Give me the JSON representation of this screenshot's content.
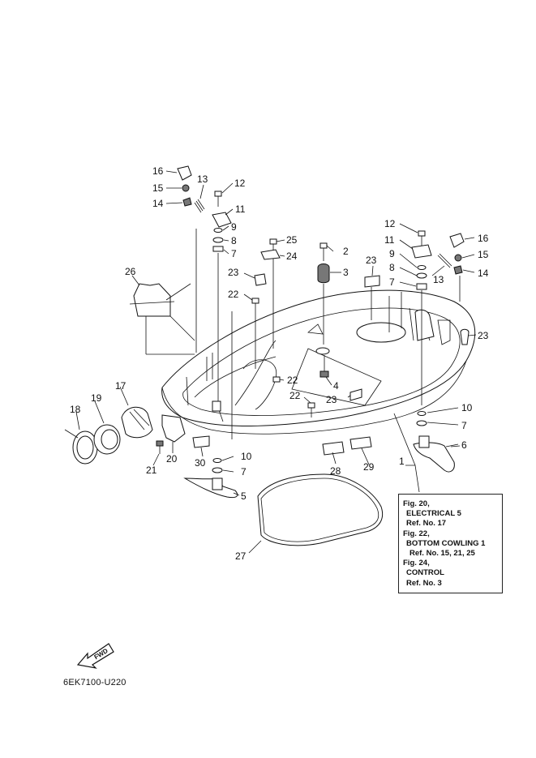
{
  "diagram_code": "6EK7100-U220",
  "fwd_label": "FWD",
  "callouts": {
    "c1": "1",
    "c2": "2",
    "c3": "3",
    "c4": "4",
    "c5": "5",
    "c6": "6",
    "c7a": "7",
    "c7b": "7",
    "c7c": "7",
    "c7d": "7",
    "c8a": "8",
    "c8b": "8",
    "c9a": "9",
    "c9b": "9",
    "c10a": "10",
    "c10b": "10",
    "c11a": "11",
    "c11b": "11",
    "c12a": "12",
    "c12b": "12",
    "c13a": "13",
    "c13b": "13",
    "c14a": "14",
    "c14b": "14",
    "c15a": "15",
    "c15b": "15",
    "c16a": "16",
    "c16b": "16",
    "c17": "17",
    "c18": "18",
    "c19": "19",
    "c20": "20",
    "c21": "21",
    "c22a": "22",
    "c22b": "22",
    "c22c": "22",
    "c23a": "23",
    "c23b": "23",
    "c23c": "23",
    "c23d": "23",
    "c24": "24",
    "c25": "25",
    "c26": "26",
    "c27": "27",
    "c28": "28",
    "c29": "29",
    "c30": "30"
  },
  "reference_notes": [
    {
      "fig": "Fig. 20,",
      "section": "ELECTRICAL 5",
      "ref": "Ref. No. 17"
    },
    {
      "fig": "Fig. 22,",
      "section": "BOTTOM COWLING 1",
      "ref": "Ref. No. 15, 21, 25"
    },
    {
      "fig": "Fig. 24,",
      "section": "CONTROL",
      "ref": "Ref. No. 3"
    }
  ]
}
